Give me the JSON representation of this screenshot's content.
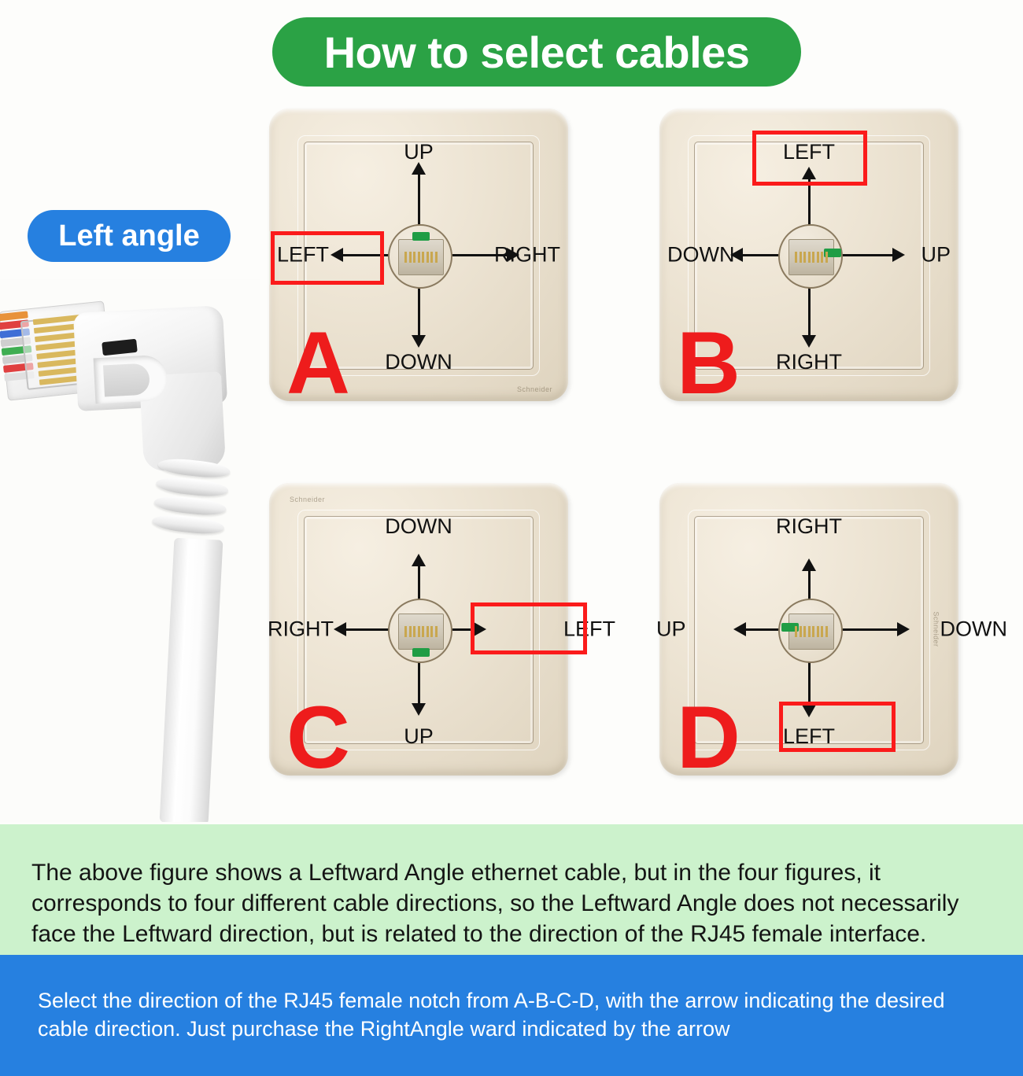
{
  "title_badge": {
    "label": "How to select cables",
    "color": "#2ba245"
  },
  "left_angle_badge": {
    "label": "Left angle",
    "color": "#2680e0"
  },
  "cable_photo": {
    "alt": "Leftward angle RJ45 ethernet cable connector"
  },
  "highlight_color": "#fb1b1b",
  "letter_color": "#ee1c1c",
  "panels": [
    {
      "letter": "A",
      "top": "UP",
      "right": "RIGHT",
      "bottom": "DOWN",
      "left": "LEFT",
      "highlighted": "left",
      "notch": "top"
    },
    {
      "letter": "B",
      "top": "LEFT",
      "right": "UP",
      "bottom": "RIGHT",
      "left": "DOWN",
      "highlighted": "top",
      "notch": "right"
    },
    {
      "letter": "C",
      "top": "DOWN",
      "right": "LEFT",
      "bottom": "UP",
      "left": "RIGHT",
      "highlighted": "right",
      "notch": "bottom"
    },
    {
      "letter": "D",
      "top": "RIGHT",
      "right": "DOWN",
      "bottom": "LEFT",
      "left": "UP",
      "highlighted": "bottom",
      "notch": "left"
    }
  ],
  "note_green": {
    "text": "The above figure shows a Leftward Angle ethernet cable, but in the four figures, it corresponds to four different cable directions, so the Leftward Angle does not necessarily face the Leftward direction, but is related to the direction of the RJ45 female interface.",
    "background": "#ccf2cc"
  },
  "note_blue": {
    "text": "Select the direction of the RJ45 female notch from A-B-C-D, with the arrow indicating the desired cable direction. Just purchase the RightAngle ward indicated by the arrow",
    "background": "#2680e0"
  }
}
